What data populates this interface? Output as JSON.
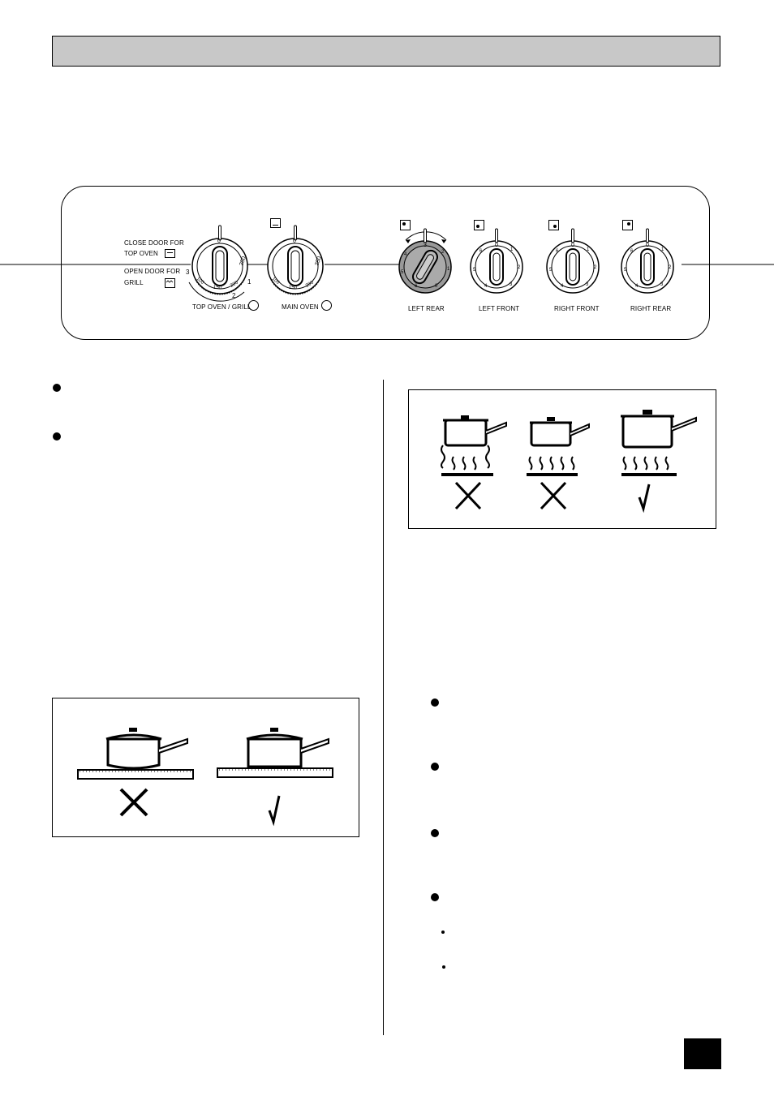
{
  "panel": {
    "close_door_line1": "CLOSE DOOR FOR",
    "close_door_line2": "TOP OVEN",
    "open_door_line1": "OPEN DOOR FOR",
    "open_door_line2": "GRILL",
    "top_oven_label": "TOP OVEN / GRILL",
    "main_oven_label": "MAIN OVEN",
    "grill_scale": [
      "3",
      "2",
      "1"
    ],
    "oven_dial_numbers": [
      "0",
      "250",
      "200",
      "150",
      "100"
    ],
    "hob_dial_numbers": [
      "0",
      "1",
      "2",
      "3",
      "4",
      "5",
      "6"
    ],
    "left_rear_numbers": [
      "3",
      "2",
      "1",
      "0",
      "6",
      "5",
      "4"
    ],
    "knobs": [
      {
        "label": "LEFT REAR"
      },
      {
        "label": "LEFT FRONT"
      },
      {
        "label": "RIGHT FRONT"
      },
      {
        "label": "RIGHT REAR"
      }
    ]
  },
  "footer": {
    "page_number": ""
  }
}
